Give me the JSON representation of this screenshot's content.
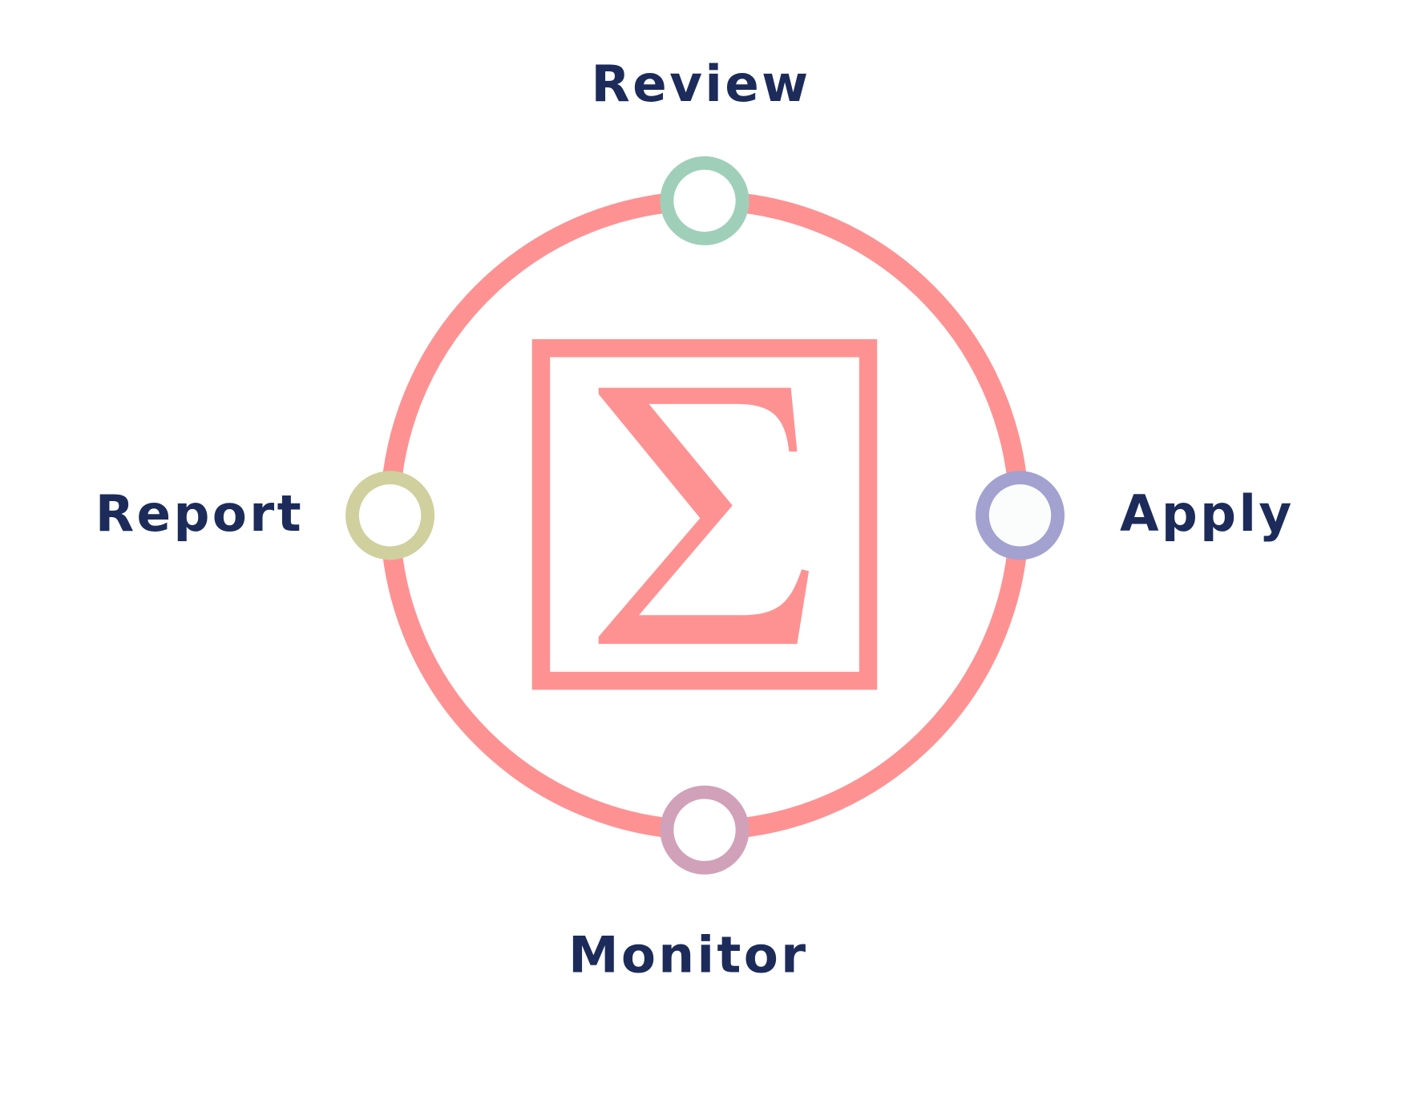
{
  "title": "Cycle diagram",
  "center_symbol": "Σ",
  "stages": [
    {
      "label": "Review",
      "color": "#a0cfb9"
    },
    {
      "label": "Apply",
      "color": "#a3a1d0"
    },
    {
      "label": "Monitor",
      "color": "#d1a1b9"
    },
    {
      "label": "Report",
      "color": "#cfd09e"
    }
  ],
  "colors": {
    "ring": "#fe9293",
    "text": "#1c2b5a"
  }
}
